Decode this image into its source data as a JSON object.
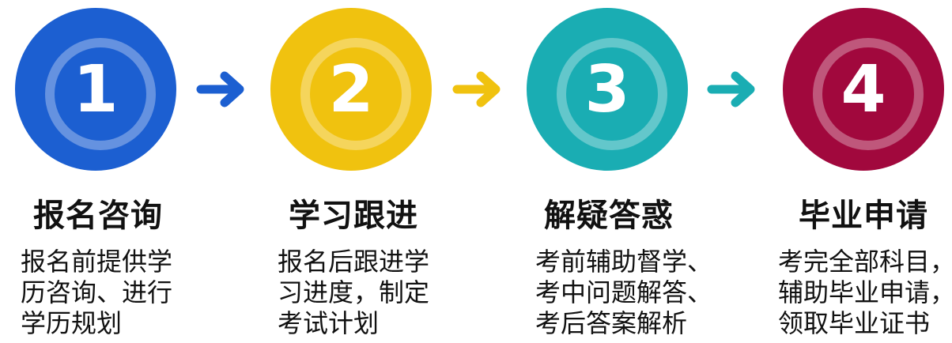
{
  "steps": [
    {
      "number": "1",
      "color": "#1C5FD1",
      "title": "报名咨询",
      "lines": [
        "报名前提供学",
        "历咨询、进行",
        "学历规划"
      ]
    },
    {
      "number": "2",
      "color": "#F0C20F",
      "title": "学习跟进",
      "lines": [
        "报名后跟进学",
        "习进度，制定",
        "考试计划"
      ]
    },
    {
      "number": "3",
      "color": "#1AADB3",
      "title": "解疑答惑",
      "lines": [
        "考前辅助督学、",
        "考中问题解答、",
        "考后答案解析"
      ]
    },
    {
      "number": "4",
      "color": "#A1083D",
      "title": "毕业申请",
      "lines": [
        "考完全部科目，",
        "辅助毕业申请，",
        "领取毕业证书"
      ]
    }
  ],
  "arrows": [
    {
      "icon": "arrow-right-icon",
      "color": "#1C5FD1"
    },
    {
      "icon": "arrow-right-icon",
      "color": "#F0C20F"
    },
    {
      "icon": "arrow-right-icon",
      "color": "#1AADB3"
    }
  ]
}
